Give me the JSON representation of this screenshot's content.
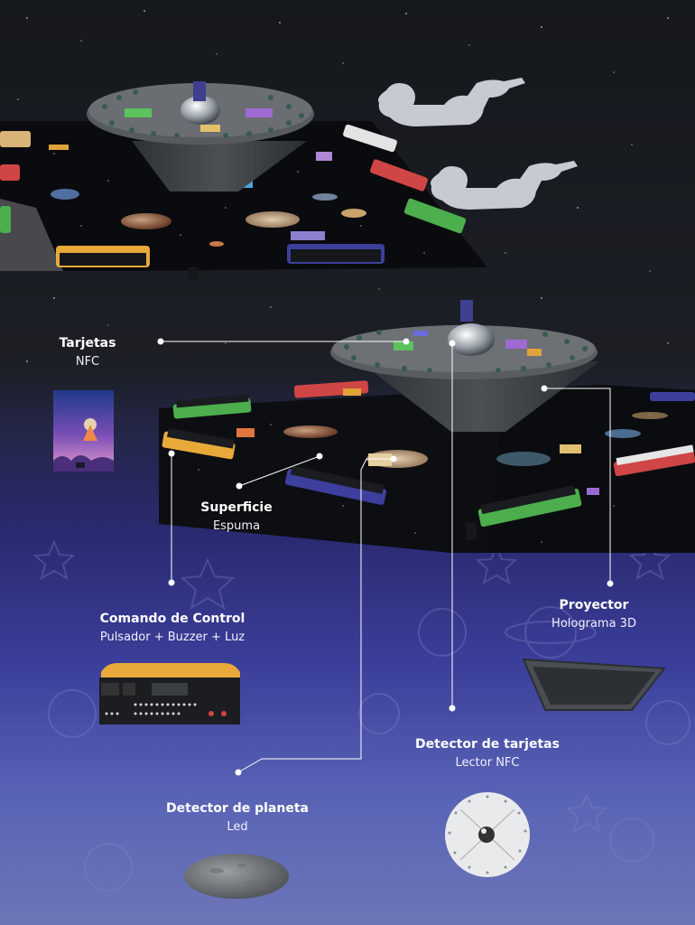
{
  "labels": {
    "tarjetas": {
      "title": "Tarjetas",
      "subtitle": "NFC"
    },
    "superficie": {
      "title": "Superficie",
      "subtitle": "Espuma"
    },
    "comando": {
      "title": "Comando de Control",
      "subtitle": "Pulsador + Buzzer + Luz"
    },
    "proyector": {
      "title": "Proyector",
      "subtitle": "Holograma 3D"
    },
    "detector_tarjetas": {
      "title": "Detector de tarjetas",
      "subtitle": "Lector NFC"
    },
    "detector_planeta": {
      "title": "Detector de planeta",
      "subtitle": "Led"
    }
  },
  "colors": {
    "connector_line": "#ffffff",
    "board": "#0b0b0f",
    "projector": "#3b3f44",
    "command_top": "#e8a93a"
  },
  "icons": [
    "nfc-card-image",
    "control-command-image",
    "projector-image",
    "nfc-reader-image",
    "planet-led-image",
    "child-silhouette-icon"
  ]
}
